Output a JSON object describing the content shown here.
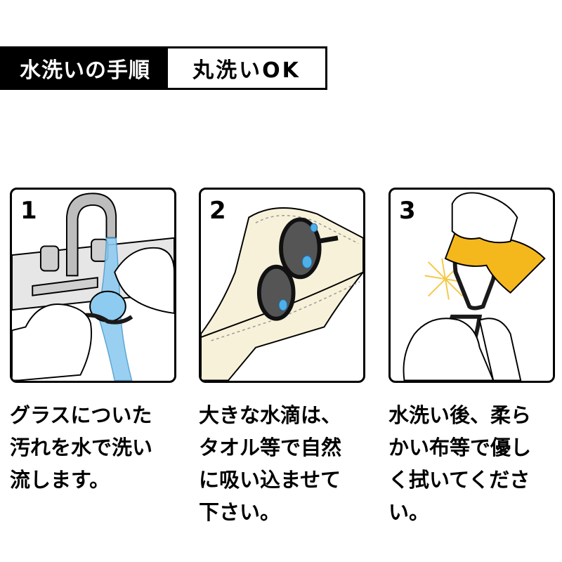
{
  "header": {
    "title": "水洗いの手順",
    "badge": "丸洗いOK"
  },
  "steps": [
    {
      "number": "1",
      "caption_lines": [
        "グラスについた",
        "汚れを水で洗い",
        "流します。"
      ]
    },
    {
      "number": "2",
      "caption_lines": [
        "大きな水滴は、",
        "タオル等で自然",
        "に吸い込ませて",
        "下さい。"
      ]
    },
    {
      "number": "3",
      "caption_lines": [
        "水洗い後、柔ら",
        "かい布等で優し",
        "く拭いてくださ",
        "い。"
      ]
    }
  ],
  "colors": {
    "water": "#8ecbf0",
    "towel": "#f6f1d8",
    "cloth": "#f5b81c",
    "sink": "#cfcfcf",
    "frame": "#1a1a1a"
  }
}
